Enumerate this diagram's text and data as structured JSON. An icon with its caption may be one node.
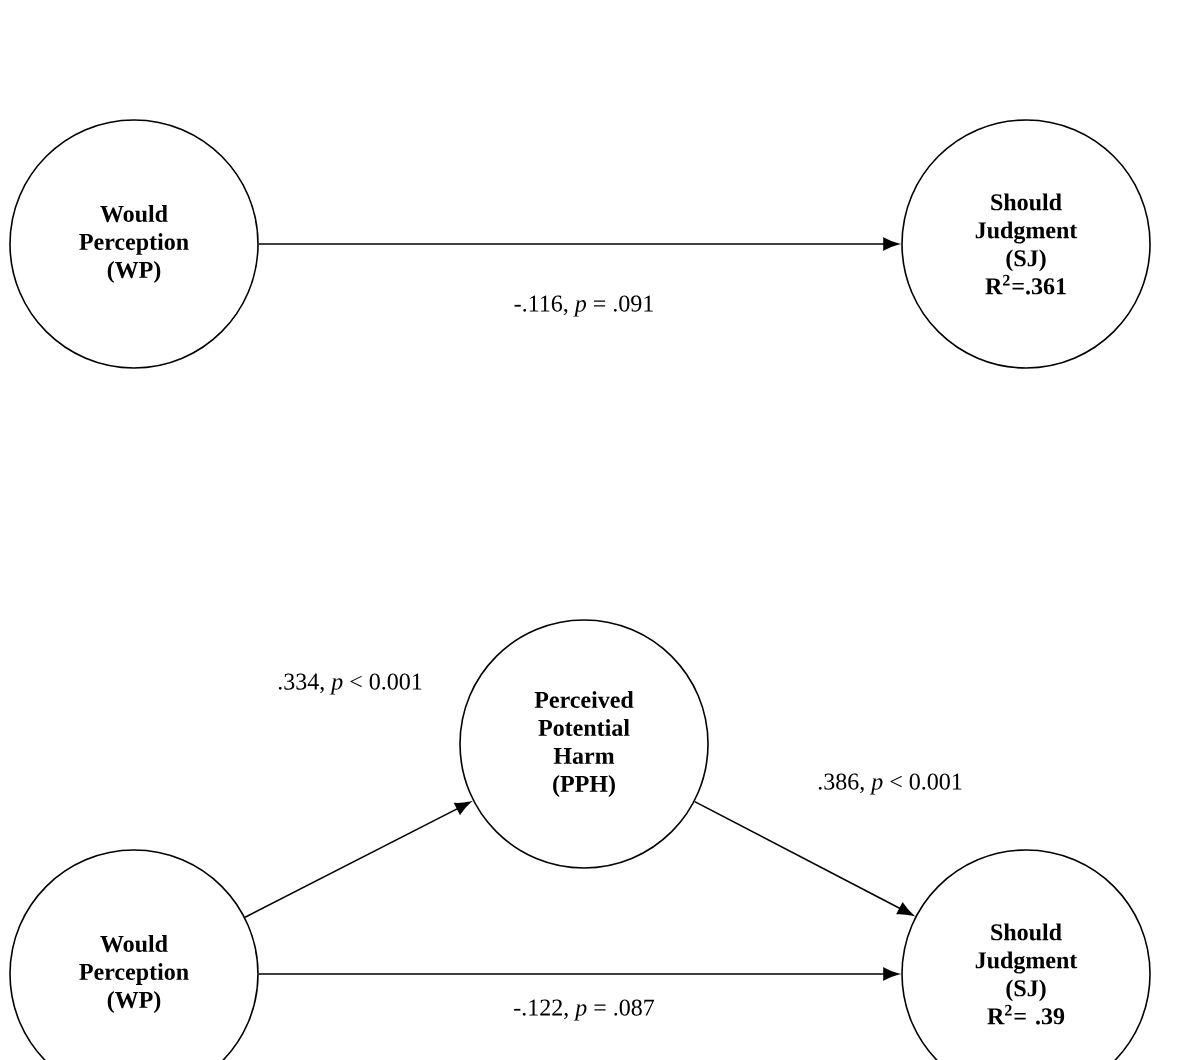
{
  "diagram": {
    "nodes": [
      {
        "text": [
          "Would Perception (WP)"
        ]
      },
      {
        "text": [
          "Should Judgment (SJ)",
          "R$^{2}$=.361"
        ]
      },
      {
        "text": [
          "Perceived Potential Harm (PPH)"
        ]
      },
      {
        "text": [
          "Would Perception (WP)"
        ]
      },
      {
        "text": [
          "Should Judgment (SJ)",
          "R$^{2}$= .39"
        ]
      }
    ],
    "edges": [
      {
        "from": 0,
        "to": 1,
        "arrow": "to",
        "label": "-.116, *p* = .091"
      },
      {
        "from": 3,
        "to": 2,
        "arrow": "to",
        "label": ".334, *p* < 0.001"
      },
      {
        "from": 2,
        "to": 4,
        "arrow": "to",
        "label": ".386, *p* < 0.001"
      },
      {
        "from": 3,
        "to": 4,
        "arrow": "to",
        "label": "-.122, *p* = .087"
      }
    ]
  }
}
